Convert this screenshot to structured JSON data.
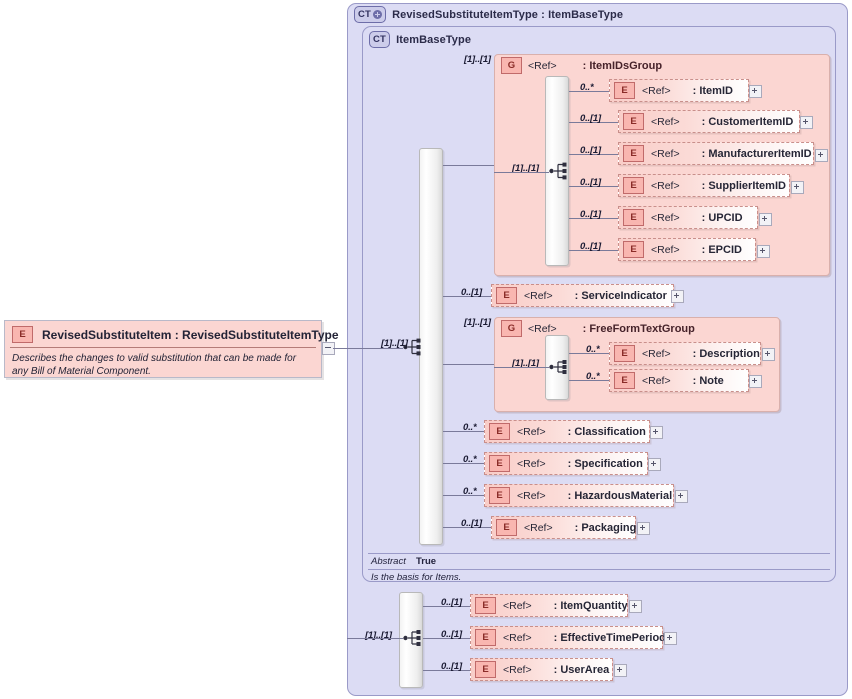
{
  "diagram": {
    "root_element": {
      "badge": "E",
      "name": "RevisedSubstituteItem  :  RevisedSubstituteItemType",
      "description": "Describes the changes to valid substitution that can be made for any Bill of Material Component."
    },
    "outer_type": {
      "badge": "CT",
      "title": "RevisedSubstituteItemType : ItemBaseType"
    },
    "inner_type": {
      "badge": "CT",
      "title": "ItemBaseType"
    },
    "item_ids_group": {
      "badge": "G",
      "ref": "<Ref>",
      "name": ": ItemIDsGroup",
      "occurrence": "[1]..[1]",
      "inner_occurrence": "[1]..[1]",
      "children": [
        {
          "badge": "E",
          "ref": "<Ref>",
          "name": ": ItemID",
          "occurrence": "0..*"
        },
        {
          "badge": "E",
          "ref": "<Ref>",
          "name": ": CustomerItemID",
          "occurrence": "0..[1]"
        },
        {
          "badge": "E",
          "ref": "<Ref>",
          "name": ": ManufacturerItemID",
          "occurrence": "0..[1]"
        },
        {
          "badge": "E",
          "ref": "<Ref>",
          "name": ": SupplierItemID",
          "occurrence": "0..[1]"
        },
        {
          "badge": "E",
          "ref": "<Ref>",
          "name": ": UPCID",
          "occurrence": "0..[1]"
        },
        {
          "badge": "E",
          "ref": "<Ref>",
          "name": ": EPCID",
          "occurrence": "0..[1]"
        }
      ]
    },
    "service_indicator": {
      "badge": "E",
      "ref": "<Ref>",
      "name": ": ServiceIndicator",
      "occurrence": "0..[1]"
    },
    "free_form_text_group": {
      "badge": "G",
      "ref": "<Ref>",
      "name": ": FreeFormTextGroup",
      "occurrence": "[1]..[1]",
      "inner_occurrence": "[1]..[1]",
      "children": [
        {
          "badge": "E",
          "ref": "<Ref>",
          "name": ": Description",
          "occurrence": "0..*"
        },
        {
          "badge": "E",
          "ref": "<Ref>",
          "name": ": Note",
          "occurrence": "0..*"
        }
      ]
    },
    "base_tail": [
      {
        "badge": "E",
        "ref": "<Ref>",
        "name": ": Classification",
        "occurrence": "0..*"
      },
      {
        "badge": "E",
        "ref": "<Ref>",
        "name": ": Specification",
        "occurrence": "0..*"
      },
      {
        "badge": "E",
        "ref": "<Ref>",
        "name": ": HazardousMaterial",
        "occurrence": "0..*"
      },
      {
        "badge": "E",
        "ref": "<Ref>",
        "name": ": Packaging",
        "occurrence": "0..[1]"
      }
    ],
    "base_sequence_occurrence": "[1]..[1]",
    "abstract": {
      "label": "Abstract",
      "value": "True",
      "note": "Is the basis for Items."
    },
    "extension_sequence_occurrence": "[1]..[1]",
    "extension": [
      {
        "badge": "E",
        "ref": "<Ref>",
        "name": ": ItemQuantity",
        "occurrence": "0..[1]"
      },
      {
        "badge": "E",
        "ref": "<Ref>",
        "name": ": EffectiveTimePeriod",
        "occurrence": "0..[1]"
      },
      {
        "badge": "E",
        "ref": "<Ref>",
        "name": ": UserArea",
        "occurrence": "0..[1]"
      }
    ],
    "colors": {
      "container": "#dcdcf4",
      "group": "#fbd6d2",
      "element_badge": "#f9b6b0",
      "line": "#7a7a9a"
    }
  }
}
